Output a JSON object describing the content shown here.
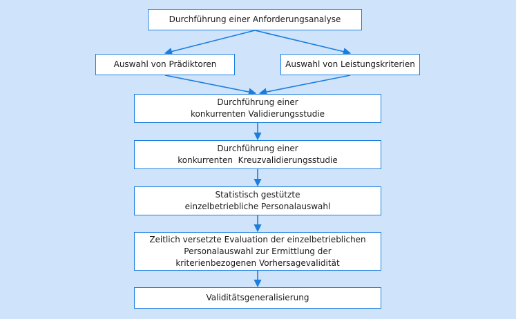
{
  "diagram": {
    "colors": {
      "background": "#cfe4fa",
      "box_fill": "#ffffff",
      "line": "#1a7de0",
      "text": "#1a1a1a"
    },
    "nodes": [
      {
        "id": "n1",
        "lines": [
          "Durchführung einer Anforderungsanalyse"
        ]
      },
      {
        "id": "n2",
        "lines": [
          "Auswahl von Prädiktoren"
        ]
      },
      {
        "id": "n3",
        "lines": [
          "Auswahl von Leistungskriterien"
        ]
      },
      {
        "id": "n4",
        "lines": [
          "Durchführung einer",
          "konkurrenten Validierungsstudie"
        ]
      },
      {
        "id": "n5",
        "lines": [
          "Durchführung einer",
          "konkurrenten  Kreuzvalidierungsstudie"
        ]
      },
      {
        "id": "n6",
        "lines": [
          "Statistisch gestützte",
          "einzelbetriebliche Personalauswahl"
        ]
      },
      {
        "id": "n7",
        "lines": [
          "Zeitlich versetzte Evaluation der einzelbetrieblichen",
          "Personalauswahl zur Ermittlung der",
          "kriterienbezogenen Vorhersagevalidität"
        ]
      },
      {
        "id": "n8",
        "lines": [
          "Validitätsgeneralisierung"
        ]
      }
    ],
    "edges": [
      {
        "from": "n1",
        "to": "n2"
      },
      {
        "from": "n1",
        "to": "n3"
      },
      {
        "from": "n2",
        "to": "n4"
      },
      {
        "from": "n3",
        "to": "n4"
      },
      {
        "from": "n4",
        "to": "n5"
      },
      {
        "from": "n5",
        "to": "n6"
      },
      {
        "from": "n6",
        "to": "n7"
      },
      {
        "from": "n7",
        "to": "n8"
      }
    ]
  }
}
